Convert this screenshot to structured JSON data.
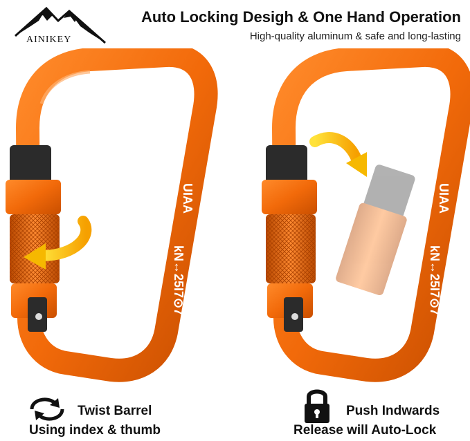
{
  "brand": {
    "name": "AINIKEY"
  },
  "header": {
    "title": "Auto Locking Desigh & One Hand Operation",
    "subtitle": "High-quality aluminum & safe and long-lasting"
  },
  "carabiner": {
    "marking_uiaa": "UIAA",
    "marking_kn": "kN↔25I7⊙7",
    "color": "#f26a0a",
    "gate_color": "#2b2b2b"
  },
  "features": [
    {
      "icon": "twist-arrows-icon",
      "line1": "Twist Barrel",
      "line2": "Using index & thumb"
    },
    {
      "icon": "padlock-icon",
      "line1": "Push Indwards",
      "line2": "Release will Auto-Lock"
    }
  ]
}
